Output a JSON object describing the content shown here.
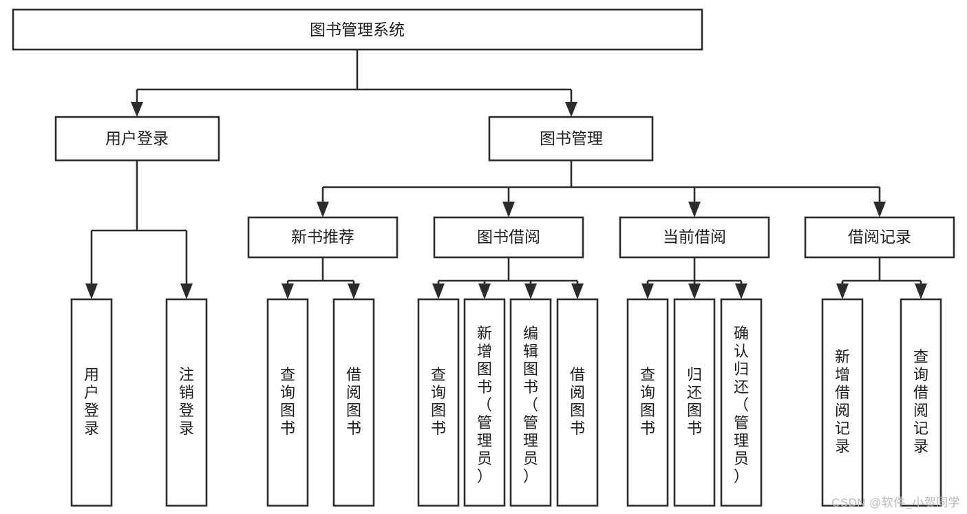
{
  "diagram": {
    "type": "tree-hierarchy",
    "title": "图书管理系统",
    "watermark": "CSDN @软件_小贺同学",
    "colors": {
      "box_fill": "#ffffff",
      "box_stroke": "#2b2b2b",
      "text": "#1d1d1d",
      "watermark": "#b9b9b9",
      "background": "#ffffff"
    },
    "root": {
      "label": "图书管理系统"
    },
    "level2": [
      {
        "label": "用户登录"
      },
      {
        "label": "图书管理"
      }
    ],
    "level3": [
      {
        "label": "新书推荐"
      },
      {
        "label": "图书借阅"
      },
      {
        "label": "当前借阅"
      },
      {
        "label": "借阅记录"
      }
    ],
    "leaves_user_login": [
      {
        "label": "用户登录"
      },
      {
        "label": "注销登录"
      }
    ],
    "leaves_new_book": [
      {
        "label": "查询图书"
      },
      {
        "label": "借阅图书"
      }
    ],
    "leaves_borrow": [
      {
        "label": "查询图书"
      },
      {
        "label": "新增图书（管理员）"
      },
      {
        "label": "编辑图书（管理员）"
      },
      {
        "label": "借阅图书"
      }
    ],
    "leaves_current": [
      {
        "label": "查询图书"
      },
      {
        "label": "归还图书"
      },
      {
        "label": "确认归还（管理员）"
      }
    ],
    "leaves_records": [
      {
        "label": "新增借阅记录"
      },
      {
        "label": "查询借阅记录"
      }
    ]
  }
}
